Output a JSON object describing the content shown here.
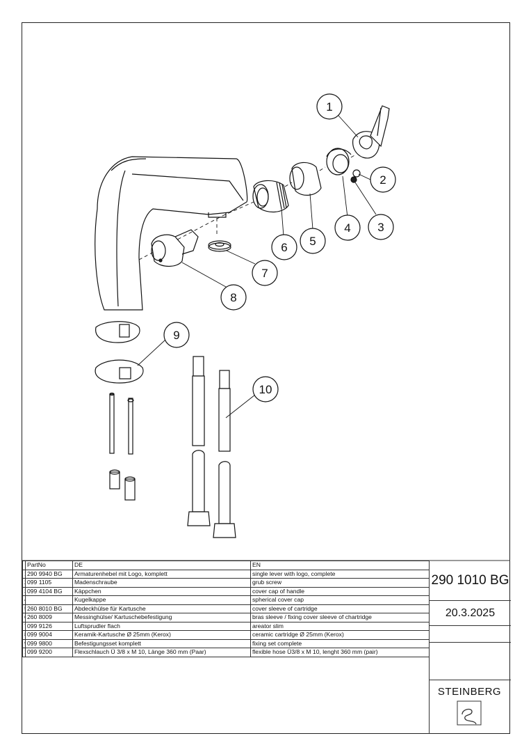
{
  "drawing": {
    "callouts": [
      {
        "number": "1"
      },
      {
        "number": "2"
      },
      {
        "number": "3"
      },
      {
        "number": "4"
      },
      {
        "number": "5"
      },
      {
        "number": "6"
      },
      {
        "number": "7"
      },
      {
        "number": "8"
      },
      {
        "number": "9"
      },
      {
        "number": "10"
      }
    ]
  },
  "parts_table": {
    "headers": [
      "",
      "PartNo",
      "DE",
      "EN"
    ],
    "rows": [
      {
        "pos": "1",
        "part_no": "290 9940 BG",
        "de": "Armaturenhebel mit Logo, komplett",
        "en": "single lever with logo, complete"
      },
      {
        "pos": "2",
        "part_no": "099 1105",
        "de": "Madenschraube",
        "en": "grub screw"
      },
      {
        "pos": "3",
        "part_no": "099 4104 BG",
        "de": "Käppchen",
        "en": "cover cap of handle"
      },
      {
        "pos": "4",
        "part_no": "",
        "de": "Kugelkappe",
        "en": "spherical cover cap"
      },
      {
        "pos": "5",
        "part_no": "260 8010 BG",
        "de": "Abdeckhülse für Kartusche",
        "en": "cover sleeve of cartridge"
      },
      {
        "pos": "6",
        "part_no": "260 8009",
        "de": "Messinghülse/ Kartuschebefestigung",
        "en": "bras sleeve / fixing cover sleeve of chartridge"
      },
      {
        "pos": "7",
        "part_no": "099 9126",
        "de": "Luftsprudler flach",
        "en": "areator slim"
      },
      {
        "pos": "8",
        "part_no": "099 9004",
        "de": "Keramik-Kartusche Ø 25mm (Kerox)",
        "en": "ceramic cartridge Ø 25mm (Kerox)"
      },
      {
        "pos": "9",
        "part_no": "099 9800",
        "de": "Befestigungsset komplett",
        "en": "fixing set complete"
      },
      {
        "pos": "10",
        "part_no": "099 9200",
        "de": "Flexschlauch Ü 3/8 x M 10, Länge 360 mm (Paar)",
        "en": "flexible hose Ü3/8 x M 10, lenght 360 mm (pair)"
      }
    ]
  },
  "title_block": {
    "article_number": "290 1010 BG",
    "date": "20.3.2025",
    "brand": "STEINBERG"
  }
}
